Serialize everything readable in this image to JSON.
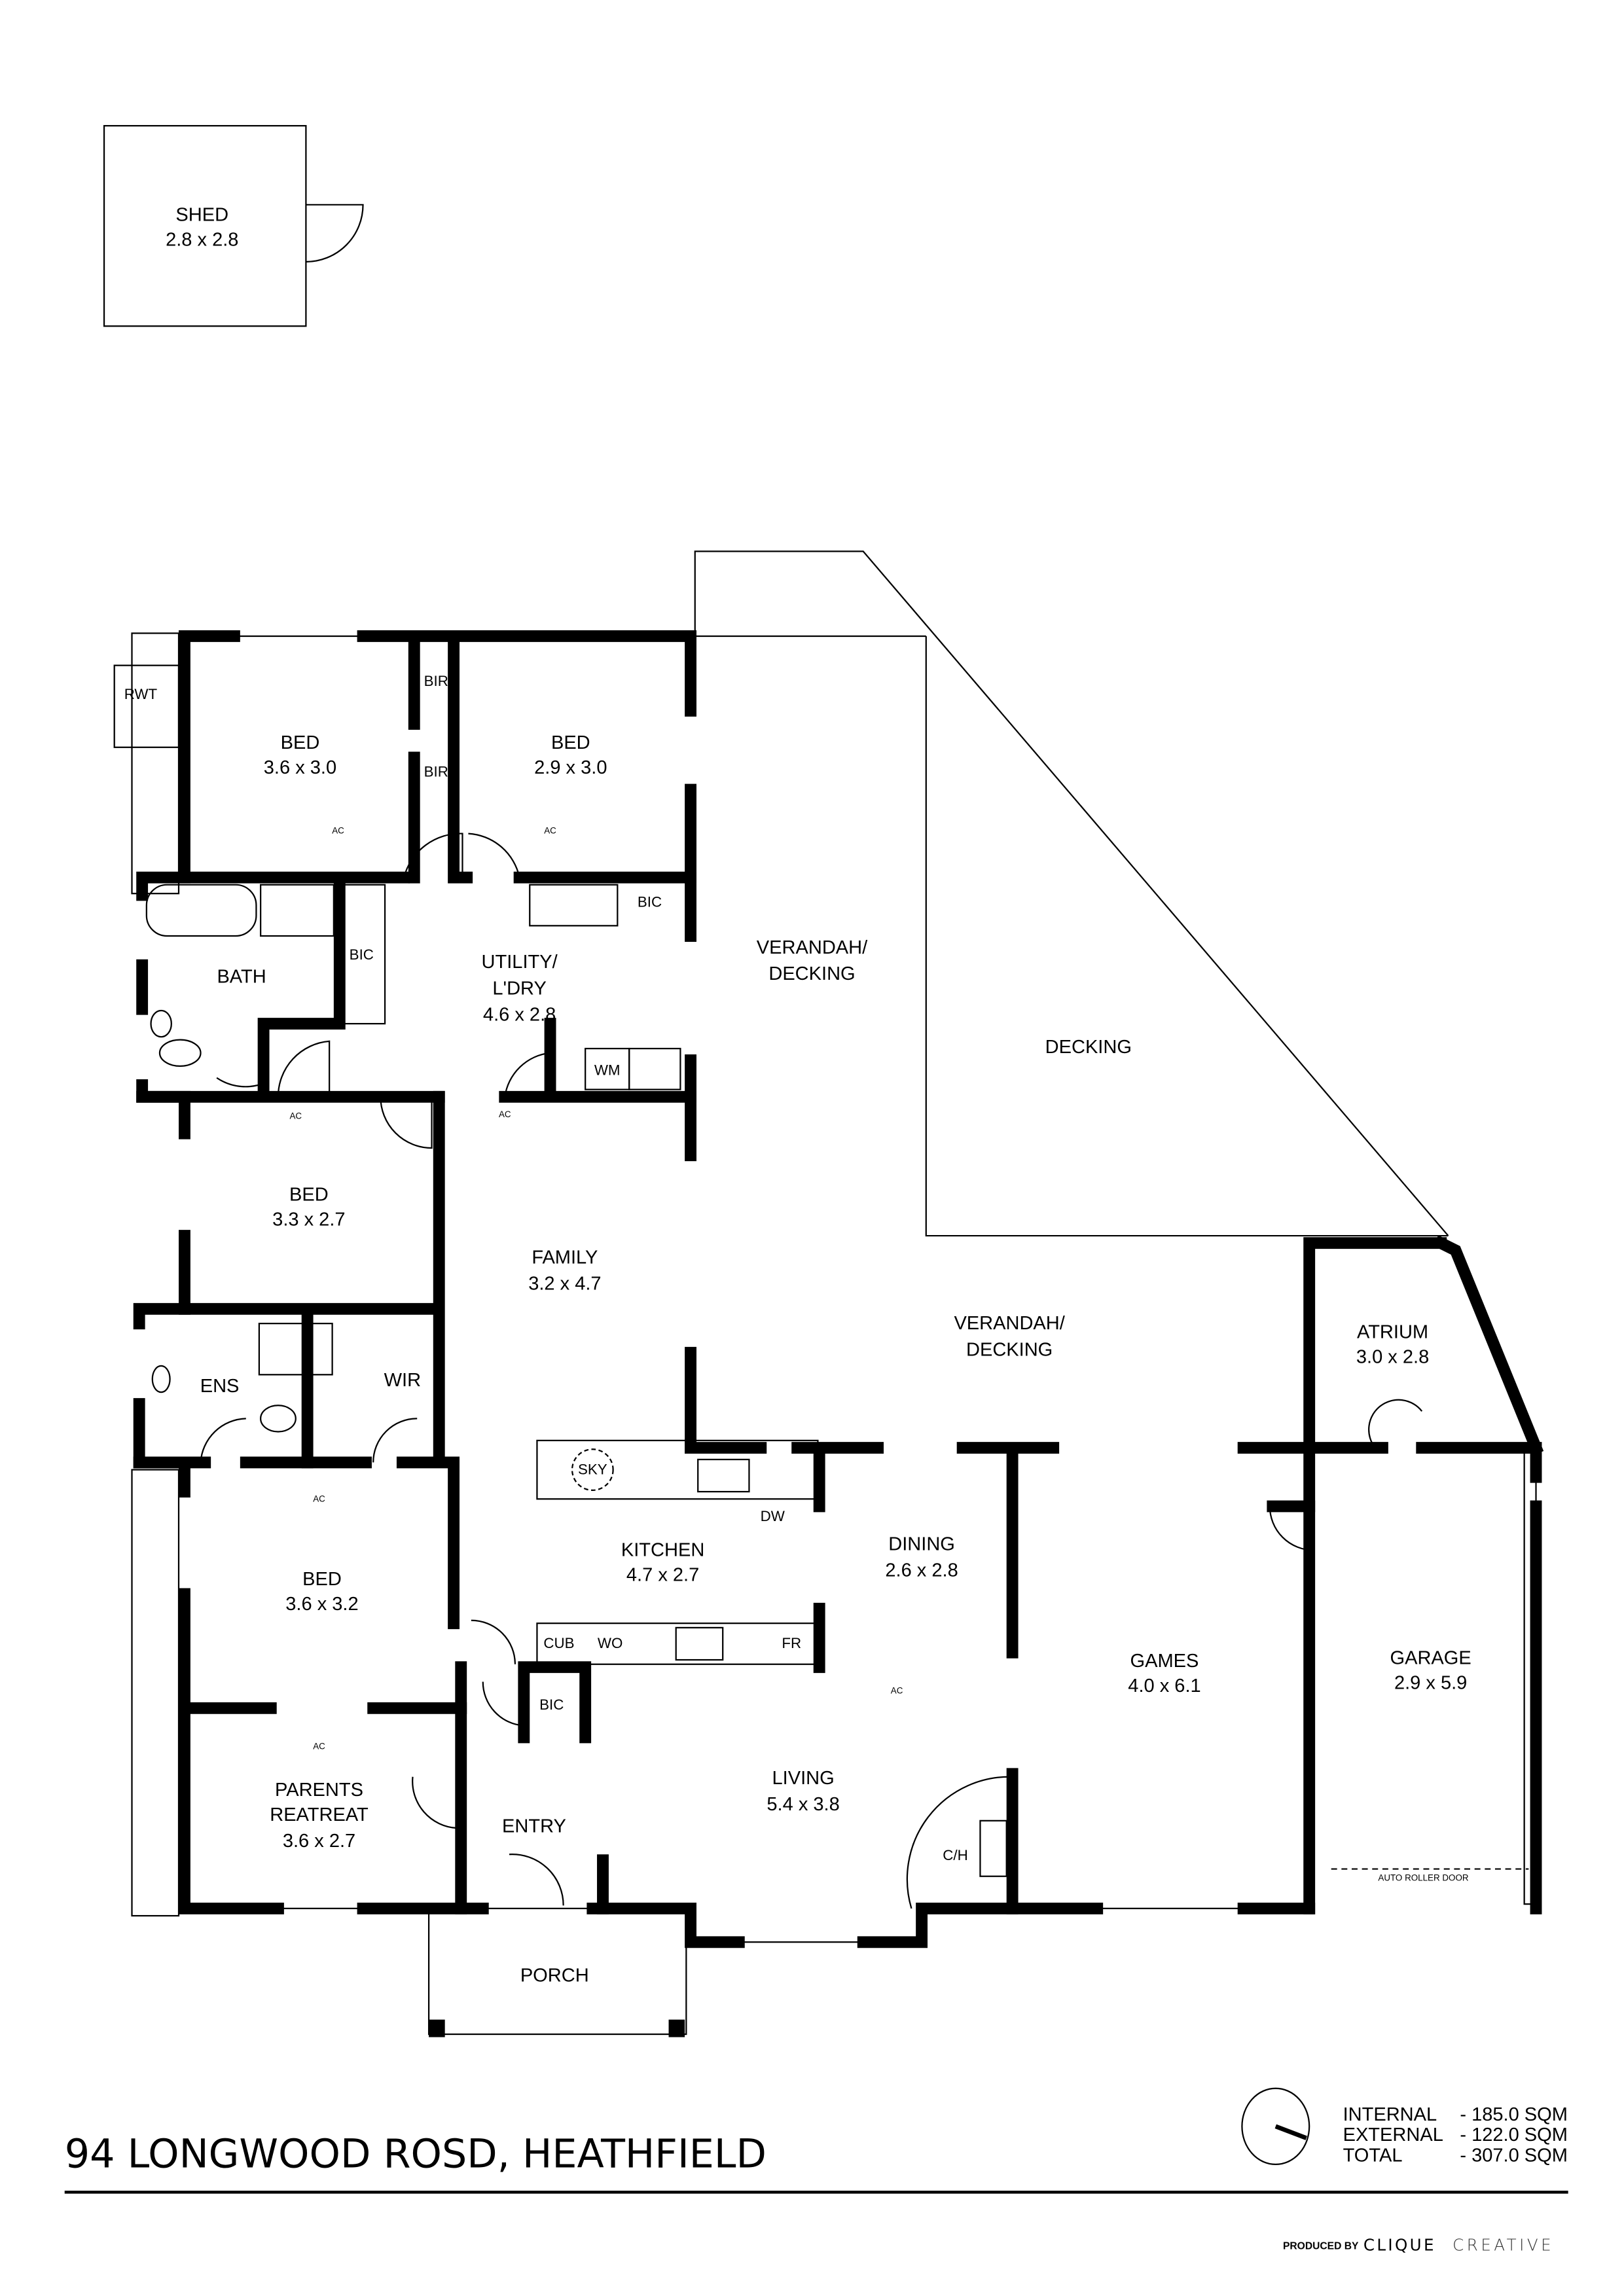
{
  "rooms": {
    "shed": {
      "name": "SHED",
      "size": "2.8 x 2.8"
    },
    "rwt": "RWT",
    "bed1": {
      "name": "BED",
      "size": "3.6 x 3.0"
    },
    "bed2": {
      "name": "BED",
      "size": "2.9 x 3.0"
    },
    "bir": "BIR",
    "bic": "BIC",
    "bath": "BATH",
    "utility": {
      "name1": "UTILITY/",
      "name2": "L'DRY",
      "size": "4.6 x 2.8"
    },
    "wm": "WM",
    "bed3": {
      "name": "BED",
      "size": "3.3 x 2.7"
    },
    "family": {
      "name": "FAMILY",
      "size": "3.2 x 4.7"
    },
    "ens": "ENS",
    "wir": "WIR",
    "bed4": {
      "name": "BED",
      "size": "3.6 x 3.2"
    },
    "retreat": {
      "name1": "PARENTS",
      "name2": "REATREAT",
      "size": "3.6 x 2.7"
    },
    "verandah1": {
      "name1": "VERANDAH/",
      "name2": "DECKING"
    },
    "decking": "DECKING",
    "verandah2": {
      "name1": "VERANDAH/",
      "name2": "DECKING"
    },
    "atrium": {
      "name": "ATRIUM",
      "size": "3.0 x 2.8"
    },
    "sky": "SKY",
    "dw": "DW",
    "kitchen": {
      "name": "KITCHEN",
      "size": "4.7 x 2.7"
    },
    "dining": {
      "name": "DINING",
      "size": "2.6 x 2.8"
    },
    "cub": "CUB",
    "wo": "WO",
    "fr": "FR",
    "games": {
      "name": "GAMES",
      "size": "4.0 x 6.1"
    },
    "garage": {
      "name": "GARAGE",
      "size": "2.9 x 5.9"
    },
    "living": {
      "name": "LIVING",
      "size": "5.4 x 3.8"
    },
    "entry": "ENTRY",
    "ch": "C/H",
    "roller": "AUTO ROLLER DOOR",
    "porch": "PORCH",
    "ac": "AC"
  },
  "footer": {
    "address": "94 LONGWOOD ROSD, HEATHFIELD",
    "areas": [
      {
        "label": "INTERNAL",
        "value": "- 185.0 SQM"
      },
      {
        "label": "EXTERNAL",
        "value": "- 122.0 SQM"
      },
      {
        "label": "TOTAL",
        "value": "- 307.0 SQM"
      }
    ],
    "produced_by": "PRODUCED BY",
    "brand_bold": "CLIQUE",
    "brand_light": "CREATIVE"
  }
}
